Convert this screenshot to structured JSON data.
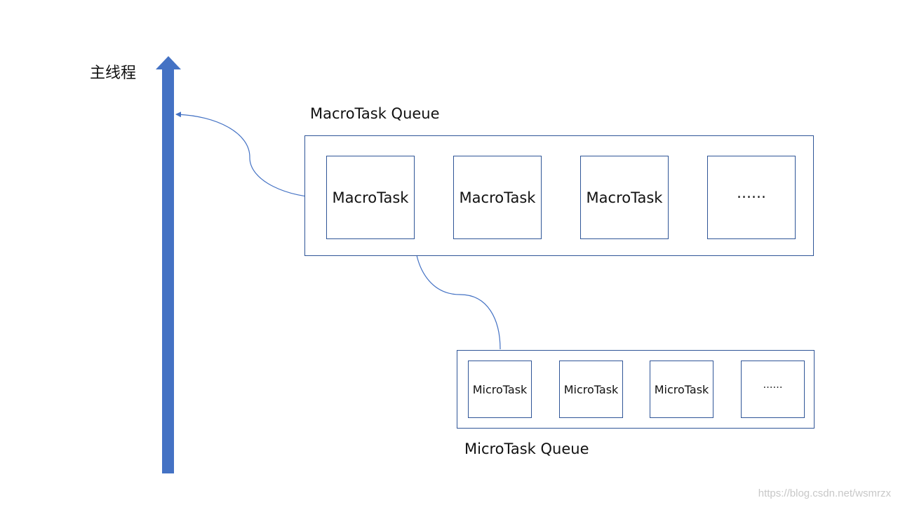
{
  "main_thread": {
    "label": "主线程",
    "color": "#4472c4"
  },
  "macro_queue": {
    "title": "MacroTask Queue",
    "items": [
      "MacroTask",
      "MacroTask",
      "MacroTask",
      "……"
    ]
  },
  "micro_queue": {
    "title": "MicroTask Queue",
    "items": [
      "MicroTask",
      "MicroTask",
      "MicroTask",
      "……"
    ]
  },
  "connector_color": "#4472c4",
  "watermark": "https://blog.csdn.net/wsmrzx"
}
